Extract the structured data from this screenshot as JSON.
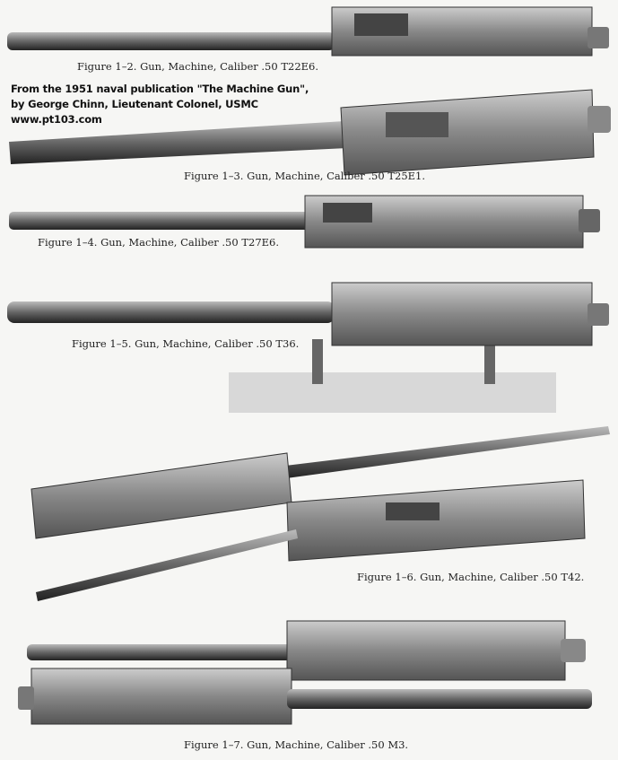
{
  "captions": {
    "fig_1_2": "Figure 1–2.   Gun, Machine, Caliber .50 T22E6.",
    "fig_1_3": "Figure 1–3.   Gun, Machine, Caliber .50 T25E1.",
    "fig_1_4": "Figure 1–4.   Gun, Machine, Caliber .50 T27E6.",
    "fig_1_5": "Figure 1–5.   Gun, Machine, Caliber .50 T36.",
    "fig_1_6": "Figure 1–6.   Gun, Machine, Caliber .50 T42.",
    "fig_1_7": "Figure 1–7.   Gun, Machine, Caliber .50 M3."
  },
  "credit": {
    "line1": "From the 1951 naval publication \"The Machine Gun\",",
    "line2": "by George Chinn, Lieutenant Colonel, USMC",
    "website": "www.pt103.com"
  }
}
